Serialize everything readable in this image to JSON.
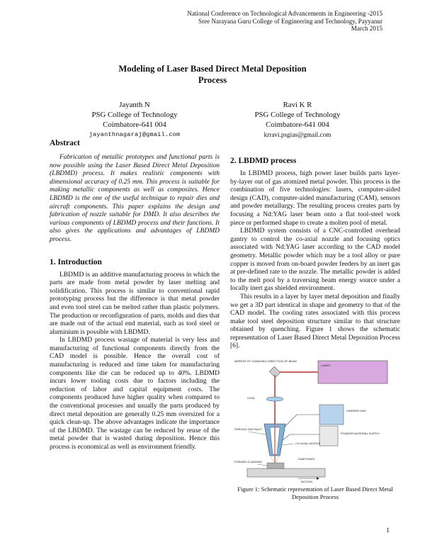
{
  "header": {
    "line1": "National Conference on Technological Advancements in Engineering -2015",
    "line2": "Sree Narayana Guru College of Engineering and Technology, Payyanur",
    "line3": "March 2015"
  },
  "title": {
    "line1": "Modeling of Laser Based Direct Metal Deposition",
    "line2": "Process"
  },
  "authors": [
    {
      "name": "Jayanth N",
      "affiliation": "PSG College of Technology",
      "city": "Coimbatore-641 004",
      "email": "jayanthnagaraj@gmail.com"
    },
    {
      "name": "Ravi K R",
      "affiliation": "PSG College of Technology",
      "city": "Coimbatore-641 004",
      "email": "krravi.psgias@gmail.com"
    }
  ],
  "abstract": {
    "heading": "Abstract",
    "text": "Fabrication of metallic prototypes and functional parts is now possible using the Laser Based Direct Metal Deposition (LBDMD) process. It makes realistic components with dimensional accuracy of 0.25 mm. This process is suitable for making metallic components as well as composites. Hence LBDMD is the one of the useful technique to repair dies and aircraft components. This paper explains the design and fabrication of nozzle suitable for DMD. It also describes the various components of LBDMD process and their functions. It also gives the applications and advantages of LBDMD process."
  },
  "intro": {
    "heading": "1. Introduction",
    "p1": "LBDMD is an additive manufacturing process in which the parts are made from metal powder by laser melting and solidification. This process is similar to conventional rapid prototyping process but the difference is that metal powder and even tool steel can be melted rather than plastic polymers. The production or reconfiguration of parts, molds and dies that are made out of the actual end material, such as tool steel or aluminium is possible with LBDMD.",
    "p2": "In LBDMD process wastage of material is very less and manufacturing of functional components directly from the CAD model is possible. Hence the overall cost of manufacturing is reduced and time taken for manufacturing components like die can be reduced up to 40%. LBDMD incurs lower tooling costs due to factors including the reduction of labor and capital equipment costs. The components produced have higher quality when compared to the conventional processes and usually the parts produced by direct metal deposition are generally 0.25 mm oversized for a quick clean-up. The above advantages indicate the importance of the LBDMD. The wastage can be reduced by reuse of the metal powder that is wasted during deposition. Hence this process is economical as well as environment friendly."
  },
  "process": {
    "heading": "2. LBDMD process",
    "p1": "In LBDMD process, high power laser builds parts layer-by-layer out of gas atomized metal powder. This process is the combination of five technologies: lasers, computer-aided design (CAD), computer-aided manufacturing (CAM), sensors and powder metallurgy. The resulting process creates parts by focusing a Nd:YAG laser beam onto a flat tool-steel work piece or performed shape to create a molten pool of metal.",
    "p2": "LBDMD system consists of a CNC-controlled overhead gantry to control the co-axial nozzle and focusing optics associated with Nd:YAG laser according to the CAD model geometry. Metallic powder which may be a tool alloy or pure copper is moved from on-board powder feeders by an inert gas at pre-defined rate to the nozzle. The metallic powder is added to the melt pool by a traversing beam energy source under a locally inert gas shielded environment.",
    "p3": "This results in a layer by layer metal deposition and finally we get a 3D part identical in shape and geometry to that of the CAD model. The cooling rates associated with this process make tool steel deposition structure similar to that structure obtained by quenching. Figure 1 shows the schematic representation of Laser Based Direct Metal Deposition Process [6]."
  },
  "figure": {
    "labels": {
      "laser": "LASER",
      "mirror": "MIRROR OF CHANGING DIRECTION OF BEAM",
      "lens": "LENS",
      "carrier_gas": "CARRIER GAS",
      "shroud": "SHROUD GAS INLET",
      "powder": "POWDER MATERIAL SUPPLY",
      "coaxial": "CO-AXIAL NOZZLE",
      "substrate": "SUBSTRATE",
      "formed": "FORMED CLADDING",
      "motion": "MOTION"
    },
    "caption": "Figure 1: Schematic representation of Laser Based Direct Metal Deposition Process",
    "colors": {
      "laser_box": "#d9a8e0",
      "beam": "#e06060",
      "nozzle": "#7fb0d8",
      "carrier": "#b8d4ec"
    }
  },
  "page_number": "1"
}
